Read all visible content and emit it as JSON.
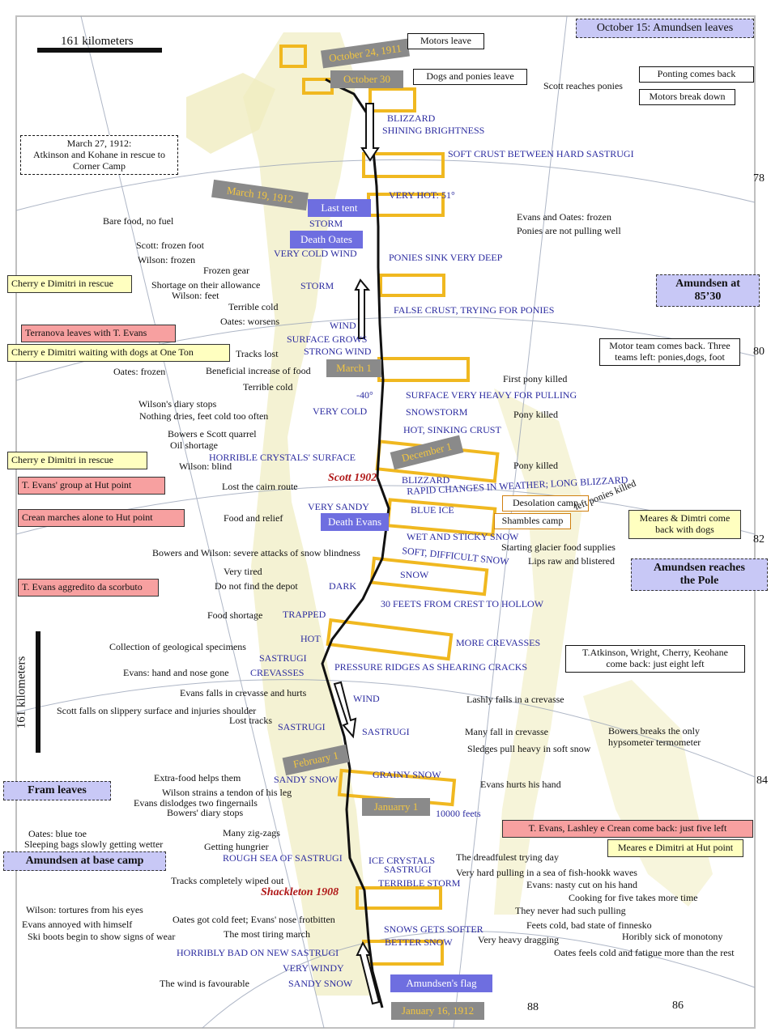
{
  "scale": {
    "top": "161 kilometers",
    "left": "161 kilometers"
  },
  "latitudes": [
    "78",
    "80",
    "82",
    "84",
    "86",
    "88"
  ],
  "dates": {
    "oct24": "October 24, 1911",
    "oct30": "October 30",
    "mar19": "March 19, 1912",
    "mar1": "March 1",
    "dec1": "December 1",
    "feb1": "February 1",
    "jan1": "Januarry 1",
    "jan16": "January 16, 1912"
  },
  "places": {
    "last_tent": "Last tent",
    "death_oates": "Death  Oates",
    "death_evans": "Death Evans",
    "amundsens_flag": "Amundsen's flag",
    "scott1902": "Scott 1902",
    "shackleton1908": "Shackleton 1908"
  },
  "events": {
    "motors_leave": "Motors leave",
    "dogs_ponies_leave": "Dogs and ponies leave",
    "ponting": "Ponting comes back",
    "motors_break": "Motors break down",
    "scott_reaches_ponies": "Scott reaches ponies",
    "amundsen_leaves": "October 15: Amundsen leaves",
    "atkinson_1": "March 27, 1912:",
    "atkinson_2": "Atkinson and Kohane in rescue to",
    "atkinson_3": "Corner Camp",
    "amundsen_8530": "Amundsen at 85’30",
    "motor_team_1": "Motor team comes back. Three",
    "motor_team_2": "teams left: ponies,dogs, foot",
    "desolation": "Desolation camp",
    "shambles": "Shambles camp",
    "meares_dimtri_1": "Meares & Dimtri come",
    "meares_dimtri_2": "back with dogs",
    "amundsen_pole_1": "Amundsen reaches",
    "amundsen_pole_2": "the Pole",
    "atkinson_wright_1": "T.Atkinson, Wright, Cherry, Keohane",
    "atkinson_wright_2": "come back: just eight left",
    "fram_leaves": "Fram leaves",
    "amundsen_base": "Amundsen at  base camp",
    "evans_lashley": "T. Evans, Lashley e Crean come back: just five left",
    "meares_hut": "Meares e Dimitri at Hut point",
    "cherry_rescue1": "Cherry e Dimitri in rescue",
    "terranova": "Terranova leaves with T. Evans",
    "cherry_waiting": "Cherry e Dimitri waiting with dogs at One Ton",
    "cherry_rescue2": "Cherry e Dimitri in rescue",
    "evans_group": "T. Evans' group at Hut point",
    "crean_alone": "Crean marches alone to Hut point",
    "evans_scurvy": "T. Evans aggredito da scorbuto"
  },
  "weather": [
    "BLIZZARD",
    "SHINING BRIGHTNESS",
    "SOFT CRUST BETWEEN HARD SASTRUGI",
    "VERY HOT: 51°",
    "STORM",
    "VERY COLD WIND",
    "PONIES SINK VERY DEEP",
    "STORM",
    "FALSE CRUST, TRYING FOR PONIES",
    "WIND",
    "SURFACE GROWS",
    "STRONG WIND",
    "-40°",
    "SURFACE VERY HEAVY FOR PULLING",
    "VERY COLD",
    "SNOWSTORM",
    "HOT, SINKING CRUST",
    "HORRIBLE CRYSTALS' SURFACE",
    "BLIZZARD",
    "RAPID CHANGES IN WEATHER; LONG BLIZZARD",
    "VERY SANDY",
    "BLUE ICE",
    "WET AND STICKY SNOW",
    "SOFT, DIFFICULT SNOW",
    "SNOW",
    "DARK",
    "30 FEETS FROM CREST TO HOLLOW",
    "TRAPPED",
    "HOT",
    "MORE CREVASSES",
    "SASTRUGI",
    "CREVASSES",
    "PRESSURE RIDGES AS SHEARING CRACKS",
    "WIND",
    "SASTRUGI",
    "SASTRUGI",
    "GRAINY SNOW",
    "SANDY SNOW",
    "10000 feets",
    "ROUGH SEA OF SASTRUGI",
    "ICE CRYSTALS",
    "SASTRUGI",
    "TERRIBLE STORM",
    "SNOWS GETS SOFTER",
    "BETTER SNOW",
    "HORRIBLY BAD ON NEW SASTRUGI",
    "VERY WINDY",
    "SANDY SNOW"
  ],
  "notes": [
    "Bare food, no fuel",
    "Scott: frozen foot",
    "Wilson:  frozen",
    "Frozen gear",
    "Shortage on their allowance",
    "Wilson: feet",
    "Terrible cold",
    "Oates: worsens",
    "Tracks lost",
    "Oates: frozen",
    "Beneficial increase of food",
    "Terrible cold",
    "Wilson's diary stops",
    "Nothing dries, feet cold too often",
    "Bowers e Scott  quarrel",
    "Oil shortage",
    "Wilson: blind",
    "Lost the cairn route",
    "Food and relief",
    "Bowers and Wilson: severe attacks of snow blindness",
    "Very tired",
    "Do not find the depot",
    "Food shortage",
    "Collection of geological specimens",
    "Evans: hand and nose gone",
    "Evans falls in crevasse and hurts",
    "Scott falls on slippery surface and injuries shoulder",
    "Lost tracks",
    "Extra-food helps them",
    "Wilson strains a tendon of his leg",
    "Evans dislodges two fingernails",
    "Bowers' diary stops",
    "Oates: blue toe",
    "Many zig-zags",
    "Sleeping bags slowly getting wetter",
    "Getting hungrier",
    "Tracks completely wiped out",
    "Wilson: tortures from his eyes",
    "Oates got cold feet; Evans' nose frotbitten",
    "Evans annoyed with himself",
    "The most tiring march",
    "Ski boots begin to show signs of wear",
    "The wind is favourable",
    "Evans and Oates: frozen",
    "Ponies are not pulling well",
    "First pony killed",
    "Pony killed",
    "Pony killed",
    "left ponies killed",
    "Starting glacier food supplies",
    "Lips raw and blistered",
    "Lashly falls in a crevasse",
    "Many fall in crevasse",
    "Bowers breaks the only",
    "hypsometer termometer",
    "Sledges pull heavy in soft snow",
    "Evans hurts his hand",
    "The dreadfulest trying day",
    "Very hard pulling in a sea of fish-hookk waves",
    "Evans: nasty cut on his hand",
    "Cooking for five takes more time",
    "They never had such pulling",
    "Feets cold, bad state of finnesko",
    "Very heavy dragging",
    "Horibly sick of monotony",
    "Oates feels cold and fatigue more than the rest"
  ],
  "colors": {
    "route": "#111111",
    "depot": "#f0b820",
    "date_bg": "#8a8a8a",
    "date_text": "#f3c640",
    "place_bg": "#6e6ee0",
    "weather_text": "#2c2ca0",
    "amundsen_bg": "#c8c8f6",
    "rescue_bg": "#ffffc0",
    "evans_bg": "#f7a0a0",
    "land": "#f0ecc0",
    "sea_grid": "#9aa4b8"
  }
}
